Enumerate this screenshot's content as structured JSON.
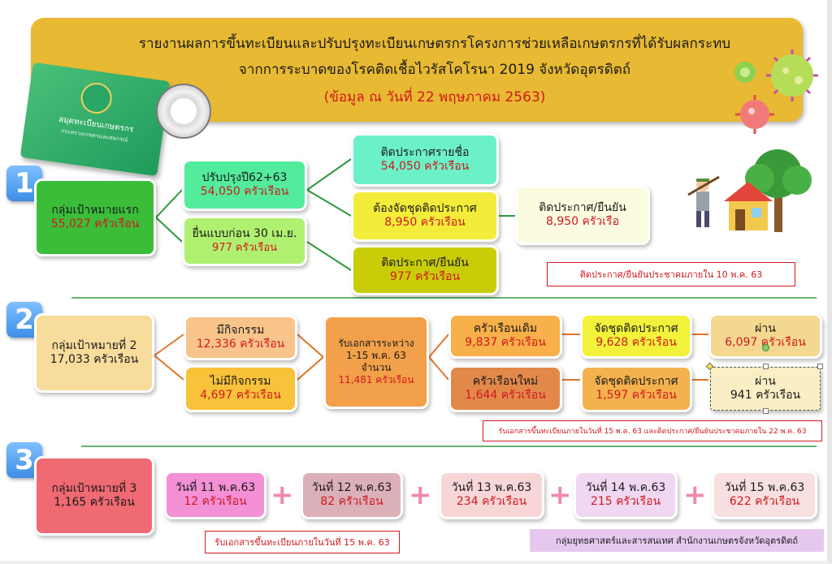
{
  "header": {
    "title_line1": "รายงานผลการขึ้นทะเบียนและปรับปรุงทะเบียนเกษตรกรโครงการช่วยเหลือเกษตรกรที่ได้รับผลกระทบ",
    "title_line2": "จากการระบาดของโรคติดเชื้อไวรัสโคโรนา 2019 จังหวัดอุตรดิตถ์",
    "date_line": "(ข้อมูล ณ วันที่ 22 พฤษภาคม 2563)",
    "book_title": "สมุดทะเบียนเกษตรกร",
    "book_sub": "กระทรวงเกษตรและสหกรณ์"
  },
  "section1": {
    "badge": "1",
    "group": {
      "label": "กลุ่มเป้าหมายแรก",
      "value": "55,027 ครัวเรือน"
    },
    "update": {
      "label": "ปรับปรุงปี62+63",
      "value": "54,050 ครัวเรือน"
    },
    "early": {
      "label": "ยื่นแบบก่อน 30 เม.ย.",
      "value": "977 ครัวเรือน"
    },
    "posted": {
      "label": "ติดประกาศรายชื่อ",
      "value": "54,050 ครัวเรือน"
    },
    "need_post": {
      "label": "ต้องจัดชุดติดประกาศ",
      "value": "8,950 ครัวเรือน"
    },
    "confirm_a": {
      "label": "ติดประกาศ/ยืนยัน",
      "value": "8,950 ครัวเรือ"
    },
    "confirm_b": {
      "label": "ติดประกาศ/ยืนยัน",
      "value": "977 ครัวเรือน"
    },
    "note": "ติดประกาศ/ยืนยันประชาคมภายใน 10 พ.ค. 63"
  },
  "section2": {
    "badge": "2",
    "group": {
      "label": "กลุ่มเป้าหมายที่ 2",
      "value": "17,033 ครัวเรือน"
    },
    "active": {
      "label": "มีกิจกรรม",
      "value": "12,336 ครัวเรือน"
    },
    "inactive": {
      "label": "ไม่มีกิจกรรม",
      "value": "4,697 ครัวเรือน"
    },
    "received": {
      "line1": "รับเอกสารระหว่าง",
      "line2": "1-15 พ.ค. 63",
      "line3": "จำนวน",
      "value": "11,481 ครัวเรือน"
    },
    "old_hh": {
      "label": "ครัวเรือนเดิม",
      "value": "9,837 ครัวเรือน"
    },
    "new_hh": {
      "label": "ครัวเรือนใหม่",
      "value": "1,644 ครัวเรือน"
    },
    "post_old": {
      "label": "จัดชุดติดประกาศ",
      "value": "9,628 ครัวเรือน"
    },
    "post_new": {
      "label": "จัดชุดติดประกาศ",
      "value": "1,597 ครัวเรือน"
    },
    "pass_old": {
      "label": "ผ่าน",
      "value": "6,097 ครัวเรือน"
    },
    "pass_new": {
      "label": "ผ่าน",
      "value": "941 ครัวเรือน"
    },
    "note": "รับเอกสารขึ้นทะเบียนภายในวันที่ 15 พ.ค. 63 และติดประกาศ/ยืนยันประชาคมภายใน 22 พ.ค. 63"
  },
  "section3": {
    "badge": "3",
    "group": {
      "label": "กลุ่มเป้าหมายที่ 3",
      "value": "1,165 ครัวเรือน"
    },
    "days": [
      {
        "label": "วันที่ 11 พ.ค.63",
        "value": "12 ครัวเรือน"
      },
      {
        "label": "วันที่ 12 พ.ค.63",
        "value": "82 ครัวเรือน"
      },
      {
        "label": "วันที่ 13 พ.ค.63",
        "value": "234 ครัวเรือน"
      },
      {
        "label": "วันที่ 14 พ.ค.63",
        "value": "215 ครัวเรือน"
      },
      {
        "label": "วันที่ 15 พ.ค.63",
        "value": "622 ครัวเรือน"
      }
    ],
    "plus": "+",
    "note": "รับเอกสารขึ้นทะเบียนภายในวันที่ 15 พ.ค. 63"
  },
  "footer": {
    "credit": "กลุ่มยุทธศาสตร์และสารสนเทศ สำนักงานเกษตรจังหวัดอุตรดิตถ์"
  },
  "colors": {
    "banner": "#e8b932",
    "title": "#1a1a1a",
    "accent_red": "#d0191e",
    "green_line": "#2f9a3e",
    "orange_line": "#e0762a",
    "badge": "#3e8ee6"
  }
}
